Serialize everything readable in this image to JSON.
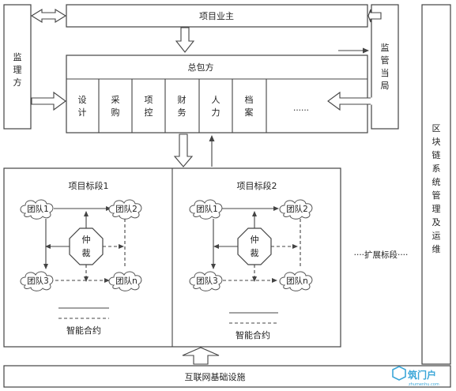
{
  "top": {
    "owner": "项目业主"
  },
  "left": {
    "supervisor": [
      "监",
      "理",
      "方"
    ]
  },
  "right": {
    "regulator": [
      "监",
      "管",
      "当",
      "局"
    ]
  },
  "contractor": {
    "title": "总包方",
    "departments": [
      [
        "设",
        "计"
      ],
      [
        "采",
        "购"
      ],
      [
        "项",
        "控"
      ],
      [
        "财",
        "务"
      ],
      [
        "人",
        "力"
      ],
      [
        "档",
        "案"
      ],
      [
        "......"
      ]
    ]
  },
  "sections": [
    {
      "title": "项目标段1",
      "teams": [
        "团队1",
        "团队2",
        "团队3",
        "团队n"
      ],
      "arbiter": [
        "仲",
        "裁"
      ],
      "contract_label": "智能合约"
    },
    {
      "title": "项目标段2",
      "teams": [
        "团队1",
        "团队2",
        "团队3",
        "团队n"
      ],
      "arbiter": [
        "仲",
        "裁"
      ],
      "contract_label": "智能合约"
    }
  ],
  "expand_label": "····扩展标段····",
  "blockchain_ops": [
    "区",
    "块",
    "链",
    "系",
    "统",
    "管",
    "理",
    "及",
    "运",
    "维"
  ],
  "infrastructure": "互联网基础设施",
  "watermark": {
    "main": "筑门户",
    "sub": "zhumenhu.com"
  }
}
